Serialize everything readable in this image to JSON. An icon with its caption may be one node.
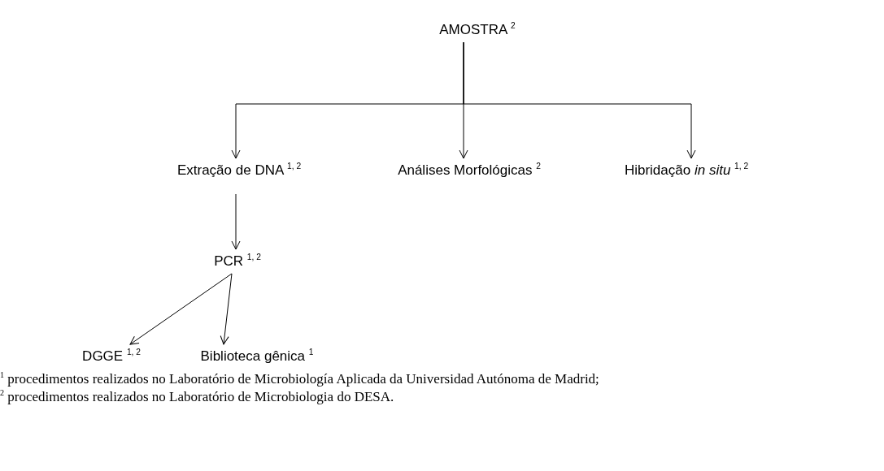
{
  "diagram": {
    "nodes": [
      {
        "text": [
          "AMOSTRA $^{2}$"
        ]
      },
      {
        "text": [
          "Extração de DNA $^{1, 2}$"
        ]
      },
      {
        "text": [
          "Análises Morfológicas $^{2}$"
        ]
      },
      {
        "text": [
          "Hibridação *in situ* $^{1, 2}$"
        ]
      },
      {
        "text": [
          "PCR $^{1, 2}$"
        ]
      },
      {
        "text": [
          "DGGE $^{1, 2}$"
        ]
      },
      {
        "text": [
          "Biblioteca gênica $^{1}$"
        ]
      }
    ],
    "edges": [
      {
        "from": 0,
        "to": 1,
        "arrow": "to"
      },
      {
        "from": 0,
        "to": 2,
        "arrow": "to"
      },
      {
        "from": 0,
        "to": 3,
        "arrow": "to"
      },
      {
        "from": 1,
        "to": 4,
        "arrow": "to"
      },
      {
        "from": 4,
        "to": 5,
        "arrow": "to"
      },
      {
        "from": 4,
        "to": 6,
        "arrow": "to"
      }
    ],
    "labels": [
      "$^{1}$ procedimentos realizados no Laboratório de Microbiología Aplicada da Universidad Autónoma de Madrid;",
      "$^{2}$ procedimentos realizados no Laboratório de Microbiologia do DESA."
    ]
  }
}
